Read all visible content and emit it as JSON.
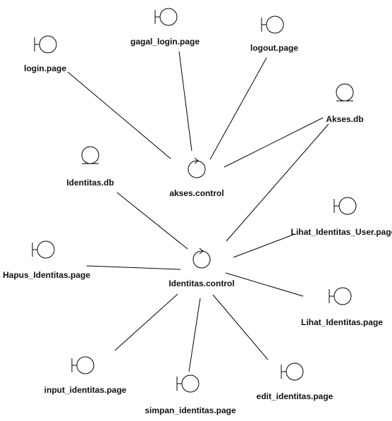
{
  "diagram": {
    "nodes": [
      {
        "id": "login_page",
        "type": "boundary",
        "label": "login.page"
      },
      {
        "id": "gagal_login_page",
        "type": "boundary",
        "label": "gagal_login.page"
      },
      {
        "id": "logout_page",
        "type": "boundary",
        "label": "logout.page"
      },
      {
        "id": "akses_db",
        "type": "entity",
        "label": "Akses.db"
      },
      {
        "id": "akses_control",
        "type": "control",
        "label": "akses.control"
      },
      {
        "id": "identitas_db",
        "type": "entity",
        "label": "Identitas.db"
      },
      {
        "id": "lihat_identitas_user_page",
        "type": "boundary",
        "label": "Lihat_Identitas_User.page"
      },
      {
        "id": "hapus_identitas_page",
        "type": "boundary",
        "label": "Hapus_Identitas.page"
      },
      {
        "id": "identitas_control",
        "type": "control",
        "label": "Identitas.control"
      },
      {
        "id": "lihat_identitas_page",
        "type": "boundary",
        "label": "Lihat_Identitas.page"
      },
      {
        "id": "input_identitas_page",
        "type": "boundary",
        "label": "input_identitas.page"
      },
      {
        "id": "edit_identitas_page",
        "type": "boundary",
        "label": "edit_identitas.page"
      },
      {
        "id": "simpan_identitas_page",
        "type": "boundary",
        "label": "simpan_identitas.page"
      }
    ],
    "connections": [
      {
        "from": "login_page",
        "to": "akses_control"
      },
      {
        "from": "gagal_login_page",
        "to": "akses_control"
      },
      {
        "from": "logout_page",
        "to": "akses_control"
      },
      {
        "from": "akses_db",
        "to": "akses_control"
      },
      {
        "from": "akses_db",
        "to": "identitas_control"
      },
      {
        "from": "identitas_db",
        "to": "identitas_control"
      },
      {
        "from": "lihat_identitas_user_page",
        "to": "identitas_control"
      },
      {
        "from": "hapus_identitas_page",
        "to": "identitas_control"
      },
      {
        "from": "lihat_identitas_page",
        "to": "identitas_control"
      },
      {
        "from": "input_identitas_page",
        "to": "identitas_control"
      },
      {
        "from": "edit_identitas_page",
        "to": "identitas_control"
      },
      {
        "from": "simpan_identitas_page",
        "to": "identitas_control"
      }
    ]
  }
}
